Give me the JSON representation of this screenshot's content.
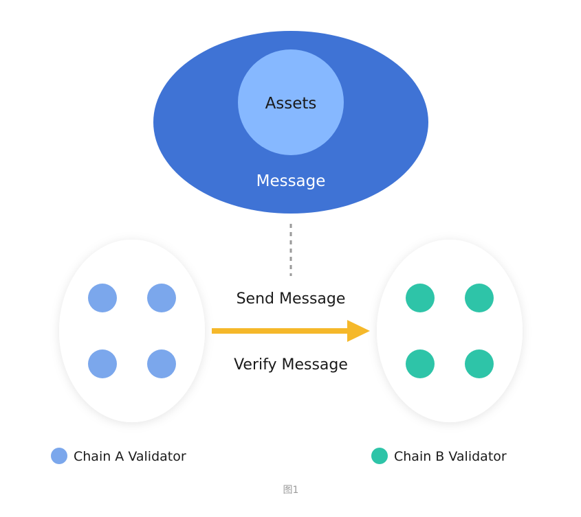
{
  "diagram": {
    "message_label": "Message",
    "assets_label": "Assets",
    "send_label": "Send Message",
    "verify_label": "Verify Message",
    "chain_a": {
      "legend_label": "Chain A Validator",
      "validator_count": 4,
      "color": "#7BA7EC"
    },
    "chain_b": {
      "legend_label": "Chain B Validator",
      "validator_count": 4,
      "color": "#2EC4A8"
    },
    "caption": "图1"
  },
  "colors": {
    "message": "#3F73D5",
    "assets": "#86B8FF",
    "arrow": "#F5B82A",
    "connector": "#9a9a9a",
    "group_bg": "#ffffff"
  }
}
